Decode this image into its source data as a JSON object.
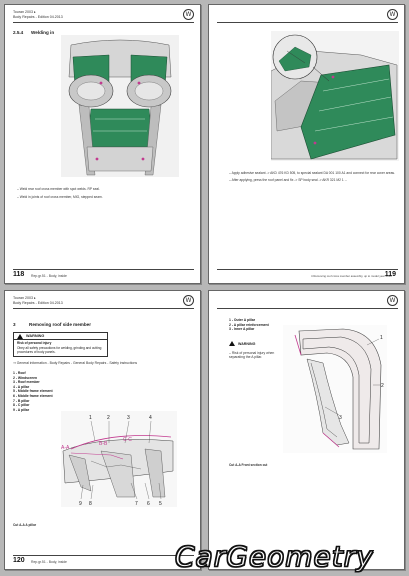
{
  "document": {
    "brand_logo": "vw-logo",
    "header_lines": [
      "Touran 2003 ▸",
      "Body Repairs - Edition 04.2013"
    ],
    "accent_color": "#2f8a5a"
  },
  "page_118": {
    "section_num": "2.5.4",
    "section_title": "Welding in",
    "bullets": [
      "Weld rear roof cross member with spot welds. RP seal.",
      "Weld in joints of roof cross member, MIG, stepped seam."
    ],
    "page_number": "118",
    "footer_text": "Rep.gr.51 - Body, inside"
  },
  "page_119": {
    "bullets": [
      "Apply adhesive sealant -> AKD 476 KD 505, to special sealant DA 001 100 A1 and connect for rear cover areas.",
      "After applying, press the roof panel and fix -> SP body seal -> AKR 321 M2 1 ..."
    ],
    "page_number": "119",
    "footer_text": "4 Removing roof cross member assembly, up to model year 2010"
  },
  "page_120": {
    "section_num": "3",
    "section_title": "Removing roof side member",
    "warning_label": "WARNING",
    "warning_subtitle": "Risk of personal injury",
    "warning_body": "Obey all safety precautions for welding, grinding and cutting procedures of body panels.",
    "reference_line": "General information - Body Repairs - General Body Repairs - Safety instructions",
    "legend": [
      "1 - Roof",
      "2 - Windscreen",
      "3 - Roof member",
      "4 - A pillar",
      "5 - Middle frame element",
      "6 - Middle frame element",
      "7 - B pillar",
      "8 - C pillar",
      "9 - A pillar"
    ],
    "callouts": [
      "1",
      "2",
      "3",
      "4",
      "5",
      "6",
      "7",
      "8",
      "9",
      "A-A",
      "B-B",
      "C-C"
    ],
    "figure_caption": "Cut A-A A pillar",
    "page_number": "120",
    "footer_text": "Rep.gr.51 - Body, inside"
  },
  "page_121": {
    "legend": [
      "1 - Outer A pillar",
      "2 - A pillar reinforcement",
      "3 - Inner A pillar"
    ],
    "warning_label": "WARNING",
    "bullet": "Risk of personal injury when separating the A pillar.",
    "callouts": [
      "1",
      "2",
      "3"
    ],
    "figure_caption": "Cut A-A Front section cut"
  },
  "watermark": {
    "text": "CarGeometry"
  }
}
